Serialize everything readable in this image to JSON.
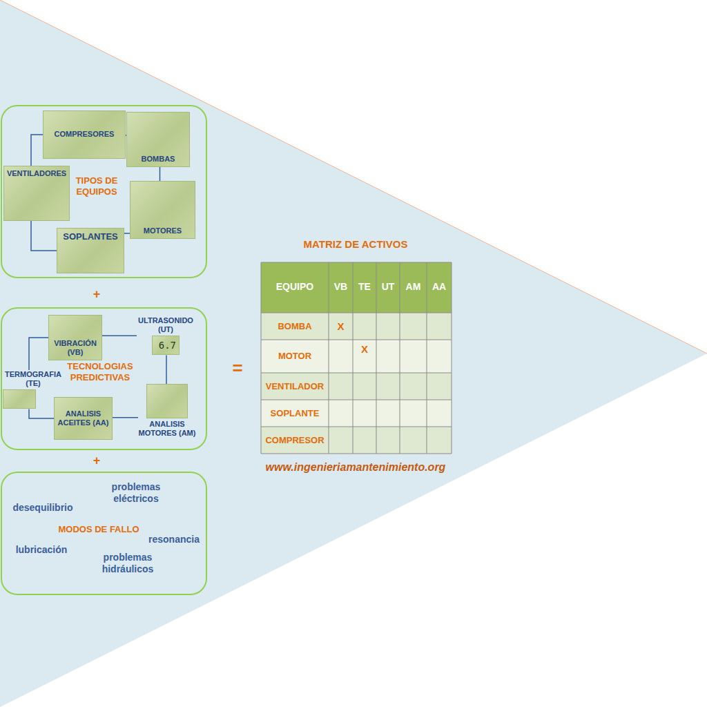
{
  "diagram": {
    "nodes": [
      {
        "text": [
          "TIPOS DE EQUIPOS"
        ]
      },
      {
        "text": [
          "COMPRESORES"
        ],
        "in": 0
      },
      {
        "text": [
          "BOMBAS"
        ],
        "in": 0
      },
      {
        "text": [
          "VENTILADORES"
        ],
        "in": 0
      },
      {
        "text": [
          "MOTORES"
        ],
        "in": 0
      },
      {
        "text": [
          "SOPLANTES"
        ],
        "in": 0
      },
      {
        "text": [
          "TECNOLOGIAS PREDICTIVAS"
        ]
      },
      {
        "text": [
          "VIBRACIÓN (VB)"
        ],
        "in": 6
      },
      {
        "text": [
          "ULTRASONIDO (UT)",
          "6.7"
        ],
        "in": 6
      },
      {
        "text": [
          "TERMOGRAFIA (TE)"
        ],
        "in": 6
      },
      {
        "text": [
          "ANALISIS ACEITES (AA)"
        ],
        "in": 6
      },
      {
        "text": [
          "ANALISIS MOTORES (AM)"
        ],
        "in": 6
      },
      {
        "text": [
          "MODOS DE FALLO",
          "problemas eléctricos",
          "desequilibrio",
          "resonancia",
          "lubricación",
          "problemas hidráulicos"
        ]
      }
    ],
    "edges": [
      {
        "from": 1,
        "to": 2,
        "arrow": "none"
      },
      {
        "from": 1,
        "to": 3,
        "arrow": "none"
      },
      {
        "from": 3,
        "to": 5,
        "arrow": "none"
      },
      {
        "from": 5,
        "to": 4,
        "arrow": "none"
      },
      {
        "from": 4,
        "to": 2,
        "arrow": "none"
      },
      {
        "from": 7,
        "to": 8,
        "arrow": "none"
      },
      {
        "from": 8,
        "to": 11,
        "arrow": "none"
      },
      {
        "from": 11,
        "to": 10,
        "arrow": "none"
      },
      {
        "from": 10,
        "to": 9,
        "arrow": "none"
      },
      {
        "from": 9,
        "to": 7,
        "arrow": "none"
      }
    ],
    "labels": [
      "+",
      "+",
      "=",
      "MATRIZ DE ACTIVOS",
      "EQUIPO",
      "VB",
      "TE",
      "UT",
      "AM",
      "AA",
      "BOMBA",
      "X",
      "MOTOR",
      "X",
      "VENTILADOR",
      "SOPLANTE",
      "COMPRESOR",
      "www.ingenieriamantenimiento.org"
    ]
  }
}
